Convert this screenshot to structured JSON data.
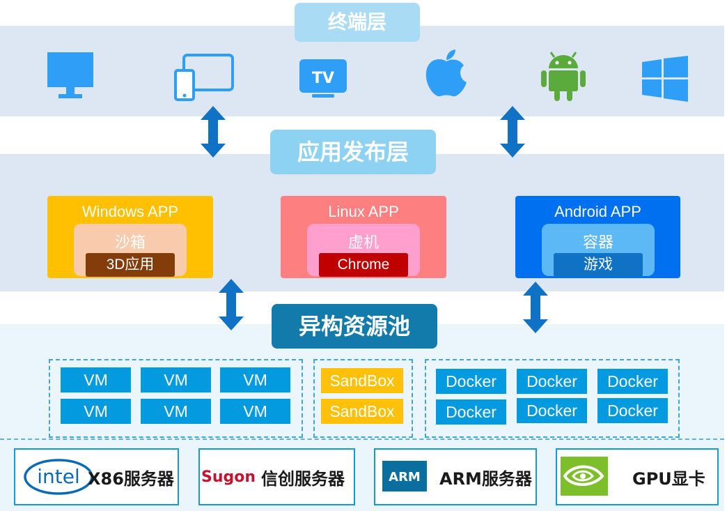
{
  "layers": {
    "terminal": "终端层",
    "app": "应用发布层",
    "pool": "异构资源池"
  },
  "terminal_icons": [
    "desktop-monitor-icon",
    "tablet-phone-icon",
    "tv-icon",
    "apple-icon",
    "android-icon",
    "windows-icon"
  ],
  "tv_text": "TV",
  "apps": [
    {
      "title": "Windows APP",
      "inner": "沙箱",
      "tag": "3D应用",
      "card_color": "#fec000",
      "inner_color": "#f8cbad",
      "tag_color": "#843c0b"
    },
    {
      "title": "Linux APP",
      "inner": "虚机",
      "tag": "Chrome",
      "card_color": "#fe7f80",
      "inner_color": "#fe9fce",
      "tag_color": "#c00000"
    },
    {
      "title": "Android APP",
      "inner": "容器",
      "tag": "游戏",
      "card_color": "#0070f0",
      "inner_color": "#5db9f6",
      "tag_color": "#1072c4"
    }
  ],
  "pool": {
    "vm": [
      "VM",
      "VM",
      "VM",
      "VM",
      "VM",
      "VM"
    ],
    "sandbox": [
      "SandBox",
      "SandBox"
    ],
    "docker": [
      "Docker",
      "Docker",
      "Docker",
      "Docker",
      "Docker",
      "Docker"
    ]
  },
  "hardware": [
    {
      "logo": "intel",
      "label": "X86服务器"
    },
    {
      "logo": "Sugon",
      "label": "信创服务器"
    },
    {
      "logo": "ARM",
      "label": "ARM服务器"
    },
    {
      "logo": "nvidia-icon",
      "label": "GPU显卡"
    }
  ],
  "colors": {
    "accent_blue": "#1072c4",
    "pool_blue": "#039ae0",
    "sandbox_yellow": "#fec008",
    "arrow_blue": "#1072c4"
  }
}
